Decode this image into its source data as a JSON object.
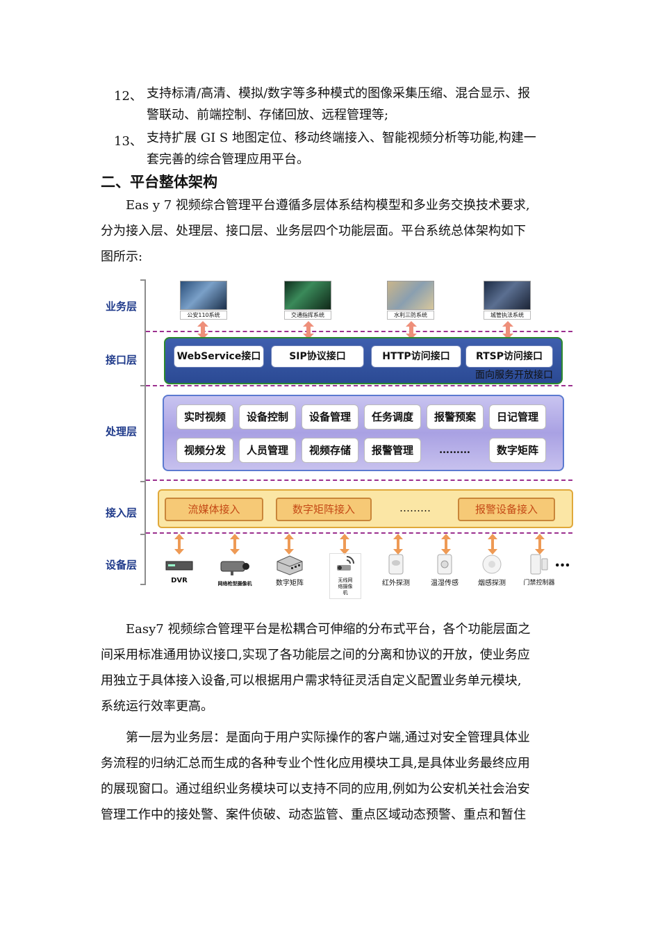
{
  "list": [
    {
      "num": "12、",
      "line1": "支持标清/高清、模拟/数字等多种模式的图像采集压缩、混合显示、报",
      "line2": "警联动、前端控制、存储回放、远程管理等;"
    },
    {
      "num": "13、",
      "line1": "支持扩展 GI S 地图定位、移动终端接入、智能视频分析等功能,构建一",
      "line2": "套完善的综合管理应用平台。"
    }
  ],
  "heading": "二、平台整体架构",
  "intro": {
    "line1": "Eas y 7 视频综合管理平台遵循多层体系结构模型和多业务交换技术要求,",
    "line2": "分为接入层、处理层、接口层、业务层四个功能层面。平台系统总体架构如下",
    "line3": "图所示:"
  },
  "diagram": {
    "layers": [
      "业务层",
      "接口层",
      "处理层",
      "接入层",
      "设备层"
    ],
    "business": [
      "公安110系统",
      "交通指挥系统",
      "水利三防系统",
      "城管执法系统"
    ],
    "interfaces": [
      "WebService接口",
      "SIP协议接口",
      "HTTP访问接口",
      "RTSP访问接口"
    ],
    "interface_note": "面向服务开放接口",
    "processing_row1": [
      "实时视频",
      "设备控制",
      "设备管理",
      "任务调度",
      "报警预案",
      "日记管理"
    ],
    "processing_row2": [
      "视频分发",
      "人员管理",
      "视频存储",
      "报警管理",
      "数字矩阵"
    ],
    "processing_dots": "………",
    "access": [
      "流媒体接入",
      "数字矩阵接入",
      "报警设备接入"
    ],
    "access_dots": "………",
    "devices": [
      "DVR",
      "网络枪型摄像机",
      "数字矩阵",
      "无线网络摄像机",
      "红外探测",
      "温湿传感",
      "烟感探测",
      "门禁控制器"
    ],
    "device_dots": "..."
  },
  "paragraphs": {
    "p1": {
      "line1": "Easy7 视频综合管理平台是松耦合可伸缩的分布式平台，各个功能层面之",
      "line2": "间采用标准通用协议接口,实现了各功能层之间的分离和协议的开放，使业务应",
      "line3": "用独立于具体接入设备,可以根据用户需求特征灵活自定义配置业务单元模块,",
      "line4": "系统运行效率更高。"
    },
    "p2": {
      "line1": "第一层为业务层：是面向于用户实际操作的客户端,通过对安全管理具体业",
      "line2": "务流程的归纳汇总而生成的各种专业个性化应用模块工具,是具体业务最终应用",
      "line3": "的展现窗口。通过组织业务模块可以支持不同的应用,例如为公安机关社会治安",
      "line4": "管理工作中的接处警、案件侦破、动态监管、重点区域动态预警、重点和暂住"
    }
  }
}
